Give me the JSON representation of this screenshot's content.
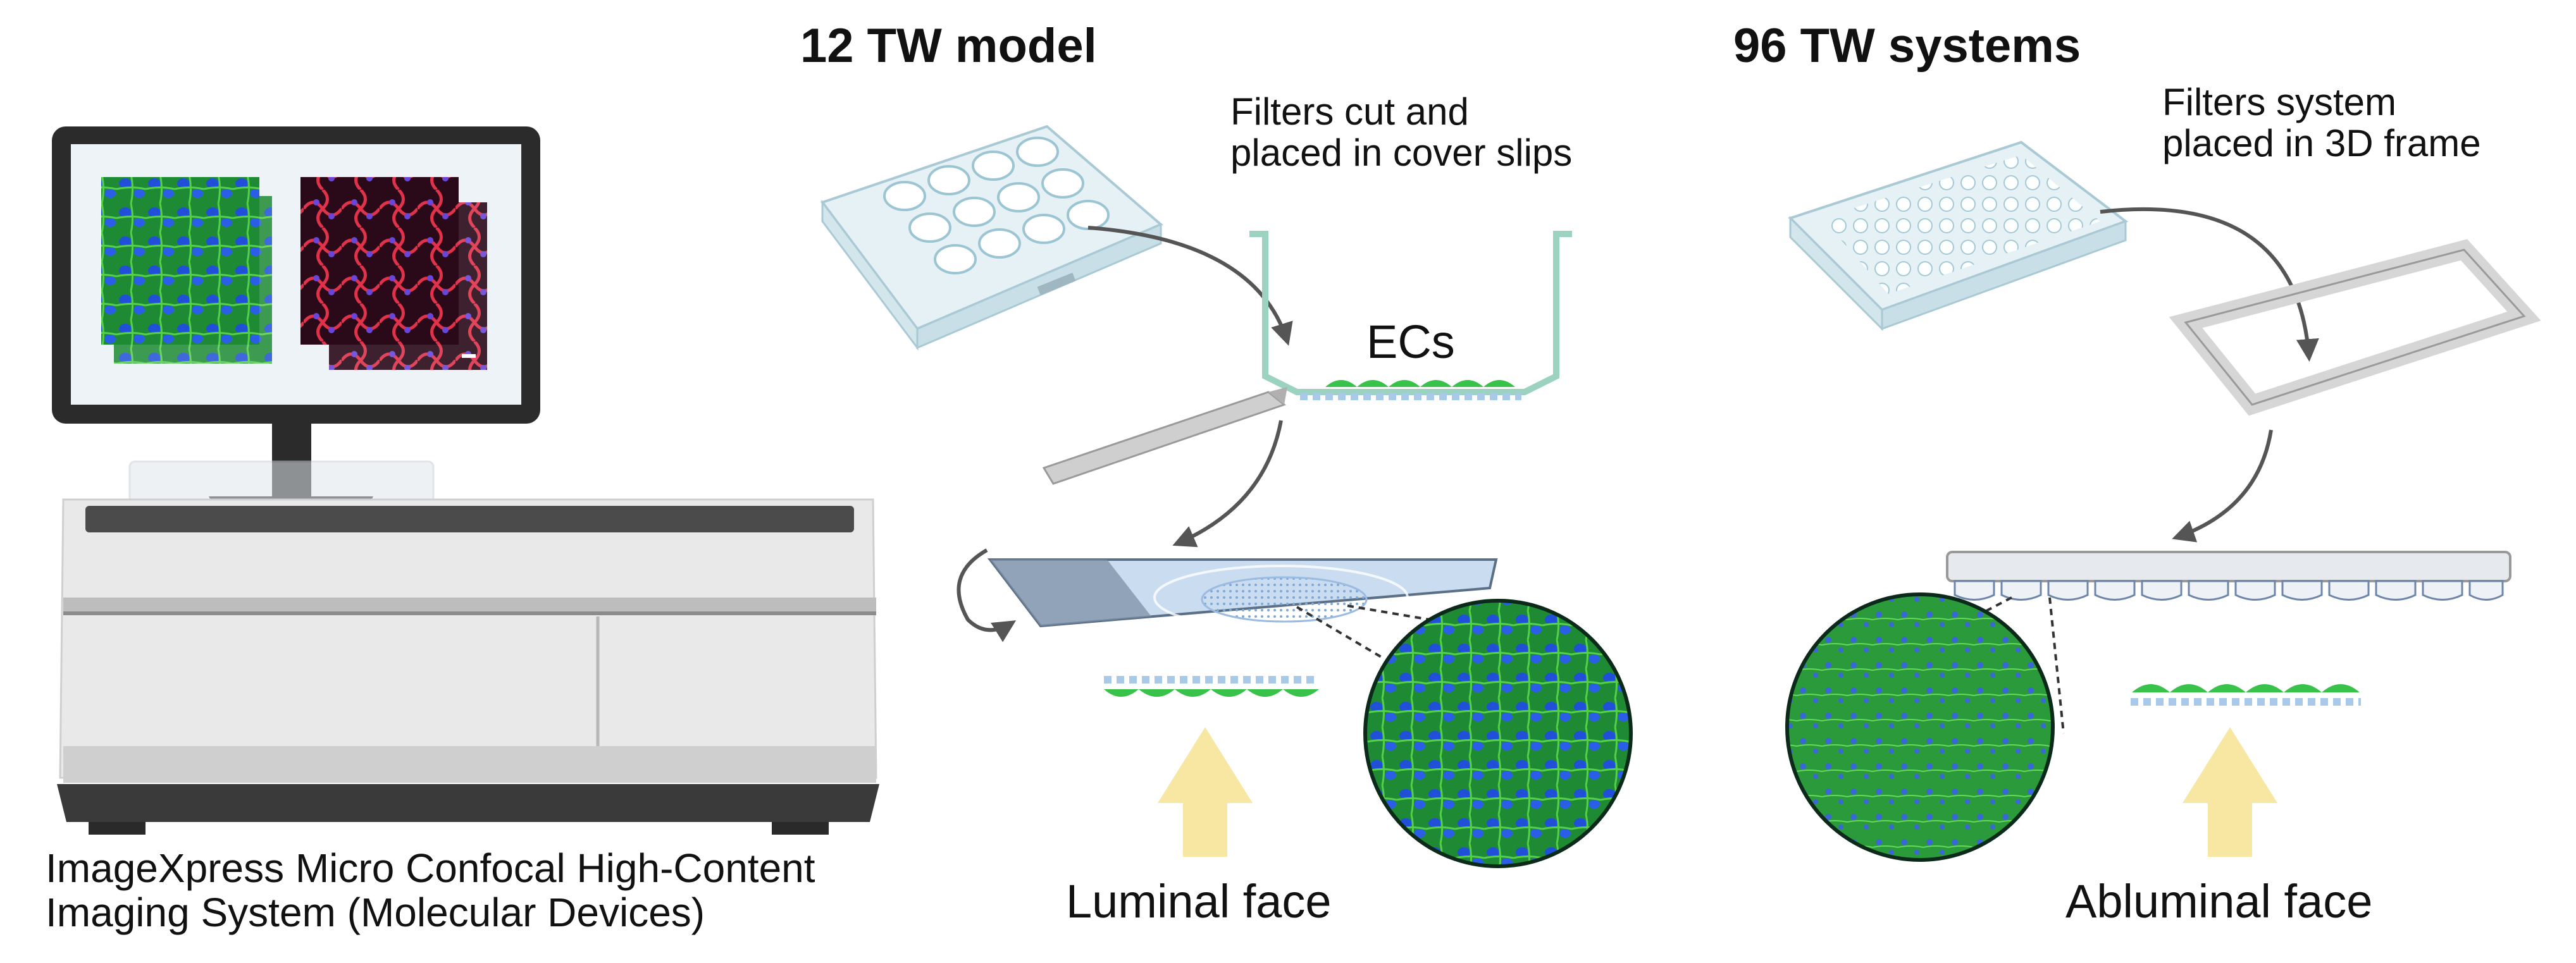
{
  "titles": {
    "model_12": "12 TW model",
    "systems_96": "96 TW systems"
  },
  "notes": {
    "filters_cut_line1": "Filters cut and",
    "filters_cut_line2": "placed in cover slips",
    "filters_system_line1": "Filters system",
    "filters_system_line2": "placed in 3D frame",
    "ecs": "ECs"
  },
  "faces": {
    "luminal": "Luminal face",
    "abluminal": "Abluminal face"
  },
  "instrument": {
    "line1": "ImageXpress Micro Confocal High-Content",
    "line2": "Imaging System (Molecular Devices)"
  },
  "colors": {
    "stain_green": "#2fae3a",
    "stain_blue": "#1f4fd6",
    "stain_red": "#e0324a",
    "endothelial_cells": "#38c24a",
    "arrow_yellow": "#f7e7a2",
    "arrow_grey": "#555555",
    "plate_blue": "#dfeef3"
  },
  "icons": {
    "scalpel": "scalpel-icon",
    "rotate": "rotate-arrow-icon"
  }
}
